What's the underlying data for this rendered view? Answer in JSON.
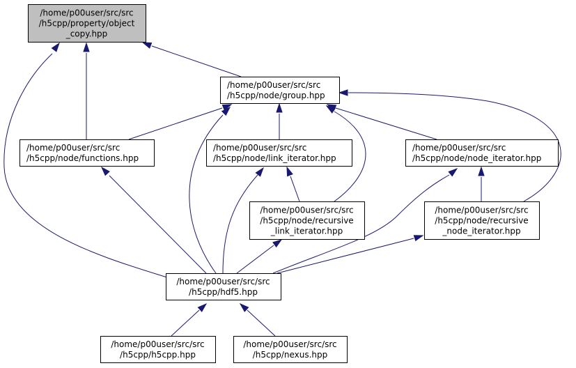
{
  "diagram": {
    "type": "include-dependency-graph",
    "colors": {
      "root_fill": "#bfbfbf",
      "node_fill": "#ffffff",
      "edge": "#191970"
    },
    "nodes": [
      {
        "id": "object_copy",
        "lines": [
          "/home/p00user/src/src",
          "/h5cpp/property/object",
          "_copy.hpp"
        ],
        "highlighted": true
      },
      {
        "id": "group",
        "lines": [
          "/home/p00user/src/src",
          "/h5cpp/node/group.hpp"
        ]
      },
      {
        "id": "functions",
        "lines": [
          "/home/p00user/src/src",
          "/h5cpp/node/functions.hpp"
        ]
      },
      {
        "id": "link_iterator",
        "lines": [
          "/home/p00user/src/src",
          "/h5cpp/node/link_iterator.hpp"
        ]
      },
      {
        "id": "node_iterator",
        "lines": [
          "/home/p00user/src/src",
          "/h5cpp/node/node_iterator.hpp"
        ]
      },
      {
        "id": "recursive_link_iterator",
        "lines": [
          "/home/p00user/src/src",
          "/h5cpp/node/recursive",
          "_link_iterator.hpp"
        ]
      },
      {
        "id": "recursive_node_iterator",
        "lines": [
          "/home/p00user/src/src",
          "/h5cpp/node/recursive",
          "_node_iterator.hpp"
        ]
      },
      {
        "id": "hdf5",
        "lines": [
          "/home/p00user/src/src",
          "/h5cpp/hdf5.hpp"
        ]
      },
      {
        "id": "h5cpp",
        "lines": [
          "/home/p00user/src/src",
          "/h5cpp/h5cpp.hpp"
        ]
      },
      {
        "id": "nexus",
        "lines": [
          "/home/p00user/src/src",
          "/h5cpp/nexus.hpp"
        ]
      }
    ],
    "edges": [
      {
        "from": "group",
        "to": "object_copy"
      },
      {
        "from": "functions",
        "to": "object_copy"
      },
      {
        "from": "hdf5",
        "to": "object_copy"
      },
      {
        "from": "functions",
        "to": "group"
      },
      {
        "from": "link_iterator",
        "to": "group"
      },
      {
        "from": "node_iterator",
        "to": "group"
      },
      {
        "from": "recursive_link_iterator",
        "to": "group"
      },
      {
        "from": "recursive_node_iterator",
        "to": "group"
      },
      {
        "from": "hdf5",
        "to": "group"
      },
      {
        "from": "hdf5",
        "to": "functions"
      },
      {
        "from": "recursive_link_iterator",
        "to": "link_iterator"
      },
      {
        "from": "hdf5",
        "to": "link_iterator"
      },
      {
        "from": "recursive_node_iterator",
        "to": "node_iterator"
      },
      {
        "from": "hdf5",
        "to": "node_iterator"
      },
      {
        "from": "hdf5",
        "to": "recursive_link_iterator"
      },
      {
        "from": "hdf5",
        "to": "recursive_node_iterator"
      },
      {
        "from": "h5cpp",
        "to": "hdf5"
      },
      {
        "from": "nexus",
        "to": "hdf5"
      }
    ]
  }
}
